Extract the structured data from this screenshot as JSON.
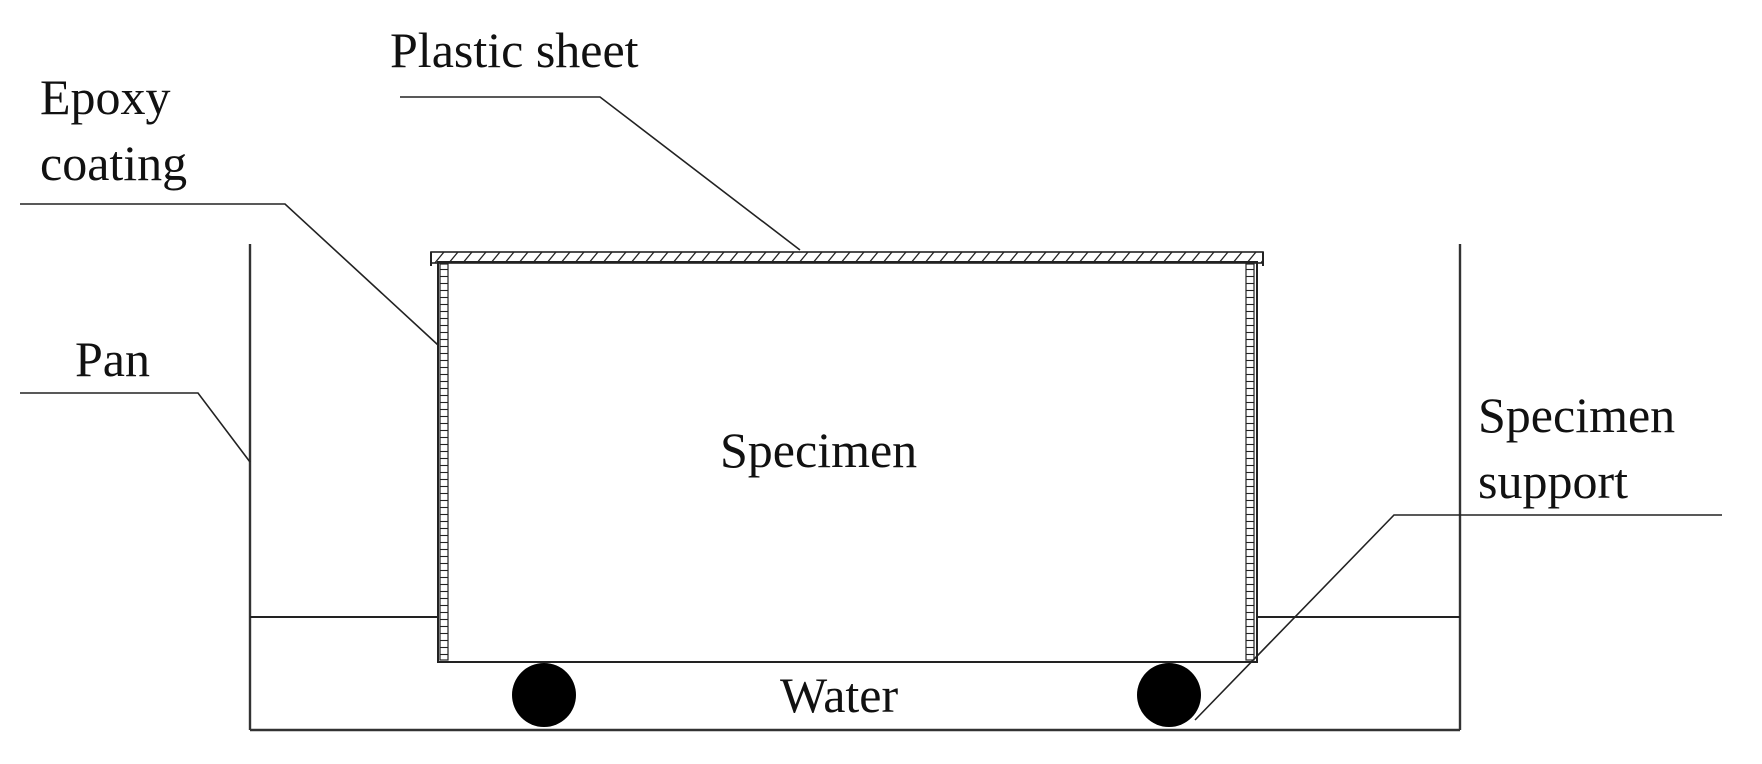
{
  "diagram": {
    "labels": {
      "plastic_sheet": "Plastic sheet",
      "epoxy_line1": "Epoxy",
      "epoxy_line2": "coating",
      "pan": "Pan",
      "specimen": "Specimen",
      "support_line1": "Specimen",
      "support_line2": "support",
      "water": "Water"
    },
    "colors": {
      "ink": "#111111",
      "support_fill": "#000000",
      "background": "#ffffff"
    }
  }
}
